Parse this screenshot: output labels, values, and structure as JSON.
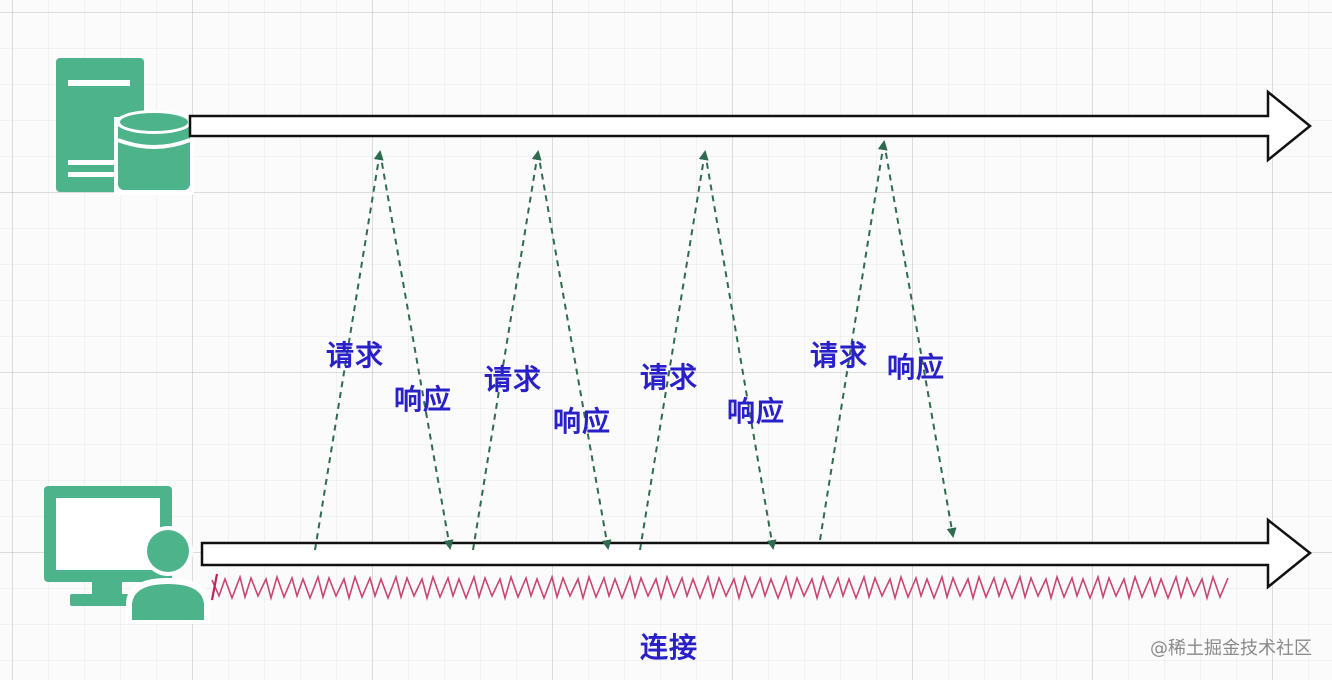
{
  "colors": {
    "icon": "#4db38a",
    "arrow_dash": "#2f6b50",
    "label_text": "#2a20c8",
    "connection_scribble": "#c0245c",
    "timeline_stroke": "#111111"
  },
  "icons": {
    "server": "server-database-icon",
    "client": "computer-user-icon"
  },
  "labels": {
    "request": "请求",
    "response": "响应",
    "connection": "连接"
  },
  "exchanges": [
    {
      "request": "请求",
      "response": "响应"
    },
    {
      "request": "请求",
      "response": "响应"
    },
    {
      "request": "请求",
      "response": "响应"
    },
    {
      "request": "请求",
      "response": "响应"
    }
  ],
  "watermark": "@稀土掘金技术社区"
}
